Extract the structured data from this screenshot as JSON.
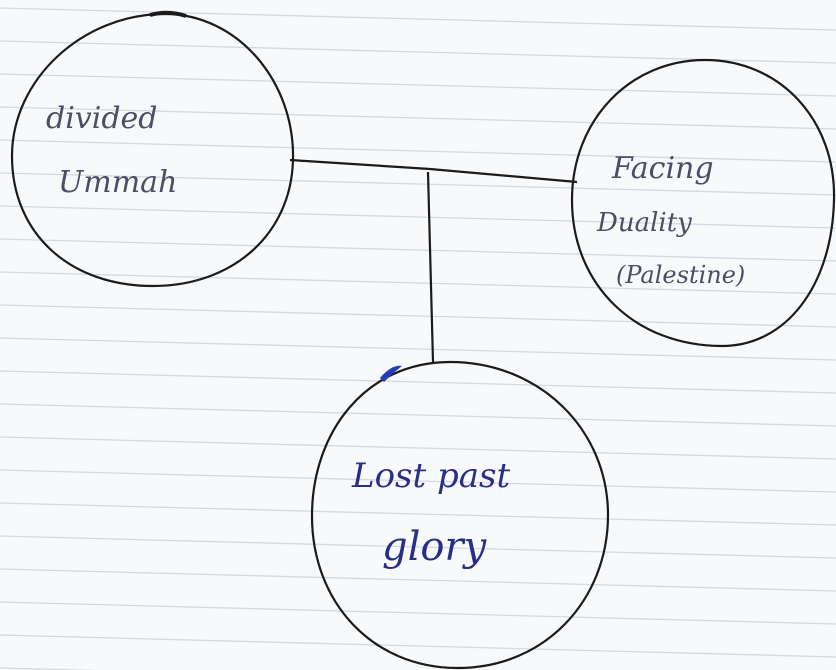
{
  "diagram": {
    "nodes": [
      {
        "id": "left",
        "lines": [
          "divided",
          "Ummah"
        ]
      },
      {
        "id": "right",
        "lines": [
          "Facing",
          "Duality",
          "(Palestine)"
        ]
      },
      {
        "id": "bottom",
        "lines": [
          "Lost past",
          "glory"
        ]
      }
    ],
    "edges": [
      {
        "from": "left",
        "to": "right"
      },
      {
        "from": "junction",
        "to": "bottom"
      }
    ],
    "colors": {
      "paper": "#f8f9fb",
      "rule_lines": "#d3d9e0",
      "pencil_ink": "#4a4f63",
      "blue_ink": "#2a2f86"
    }
  }
}
